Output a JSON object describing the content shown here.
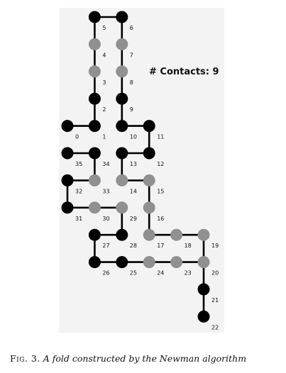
{
  "contacts_label": "# Contacts: 9",
  "caption": {
    "label": "Fig. 3.",
    "text": "A fold constructed by the Newman algorithm"
  },
  "colors": {
    "hydrophobic": "#000000",
    "polar": "#909090",
    "bond": "#000000"
  },
  "residues": [
    {
      "label": "0",
      "type": "H",
      "gx": 0,
      "gy": 4
    },
    {
      "label": "1",
      "type": "H",
      "gx": 1,
      "gy": 4
    },
    {
      "label": "2",
      "type": "H",
      "gx": 1,
      "gy": 3
    },
    {
      "label": "3",
      "type": "P",
      "gx": 1,
      "gy": 2
    },
    {
      "label": "4",
      "type": "P",
      "gx": 1,
      "gy": 1
    },
    {
      "label": "5",
      "type": "H",
      "gx": 1,
      "gy": 0
    },
    {
      "label": "6",
      "type": "H",
      "gx": 2,
      "gy": 0
    },
    {
      "label": "7",
      "type": "P",
      "gx": 2,
      "gy": 1
    },
    {
      "label": "8",
      "type": "P",
      "gx": 2,
      "gy": 2
    },
    {
      "label": "9",
      "type": "H",
      "gx": 2,
      "gy": 3
    },
    {
      "label": "10",
      "type": "H",
      "gx": 2,
      "gy": 4
    },
    {
      "label": "11",
      "type": "H",
      "gx": 3,
      "gy": 4
    },
    {
      "label": "12",
      "type": "H",
      "gx": 3,
      "gy": 5
    },
    {
      "label": "13",
      "type": "H",
      "gx": 2,
      "gy": 5
    },
    {
      "label": "14",
      "type": "P",
      "gx": 2,
      "gy": 6
    },
    {
      "label": "15",
      "type": "P",
      "gx": 3,
      "gy": 6
    },
    {
      "label": "16",
      "type": "P",
      "gx": 3,
      "gy": 7
    },
    {
      "label": "17",
      "type": "P",
      "gx": 3,
      "gy": 8
    },
    {
      "label": "18",
      "type": "P",
      "gx": 4,
      "gy": 8
    },
    {
      "label": "19",
      "type": "P",
      "gx": 5,
      "gy": 8
    },
    {
      "label": "20",
      "type": "P",
      "gx": 5,
      "gy": 9
    },
    {
      "label": "21",
      "type": "H",
      "gx": 5,
      "gy": 10
    },
    {
      "label": "22",
      "type": "H",
      "gx": 5,
      "gy": 11
    },
    {
      "label": "23",
      "type": "P",
      "gx": 4,
      "gy": 9
    },
    {
      "label": "24",
      "type": "P",
      "gx": 3,
      "gy": 9
    },
    {
      "label": "25",
      "type": "H",
      "gx": 2,
      "gy": 9
    },
    {
      "label": "26",
      "type": "H",
      "gx": 1,
      "gy": 9
    },
    {
      "label": "27",
      "type": "H",
      "gx": 1,
      "gy": 8
    },
    {
      "label": "28",
      "type": "H",
      "gx": 2,
      "gy": 8
    },
    {
      "label": "29",
      "type": "P",
      "gx": 2,
      "gy": 7
    },
    {
      "label": "30",
      "type": "P",
      "gx": 1,
      "gy": 7
    },
    {
      "label": "31",
      "type": "H",
      "gx": 0,
      "gy": 7
    },
    {
      "label": "32",
      "type": "H",
      "gx": 0,
      "gy": 6
    },
    {
      "label": "33",
      "type": "P",
      "gx": 1,
      "gy": 6
    },
    {
      "label": "34",
      "type": "H",
      "gx": 1,
      "gy": 5
    },
    {
      "label": "35",
      "type": "H",
      "gx": 0,
      "gy": 5
    }
  ],
  "bonds": [
    [
      "0",
      "1"
    ],
    [
      "1",
      "2"
    ],
    [
      "2",
      "3"
    ],
    [
      "3",
      "4"
    ],
    [
      "4",
      "5"
    ],
    [
      "5",
      "6"
    ],
    [
      "6",
      "7"
    ],
    [
      "7",
      "8"
    ],
    [
      "8",
      "9"
    ],
    [
      "9",
      "10"
    ],
    [
      "10",
      "11"
    ],
    [
      "11",
      "12"
    ],
    [
      "12",
      "13"
    ],
    [
      "13",
      "14"
    ],
    [
      "14",
      "15"
    ],
    [
      "15",
      "16"
    ],
    [
      "16",
      "17"
    ],
    [
      "17",
      "18"
    ],
    [
      "18",
      "19"
    ],
    [
      "19",
      "20"
    ],
    [
      "20",
      "21"
    ],
    [
      "21",
      "22"
    ],
    [
      "20",
      "23"
    ],
    [
      "23",
      "24"
    ],
    [
      "24",
      "25"
    ],
    [
      "25",
      "26"
    ],
    [
      "26",
      "27"
    ],
    [
      "27",
      "28"
    ],
    [
      "28",
      "29"
    ],
    [
      "29",
      "30"
    ],
    [
      "30",
      "31"
    ],
    [
      "31",
      "32"
    ],
    [
      "32",
      "33"
    ],
    [
      "33",
      "34"
    ],
    [
      "34",
      "35"
    ]
  ]
}
